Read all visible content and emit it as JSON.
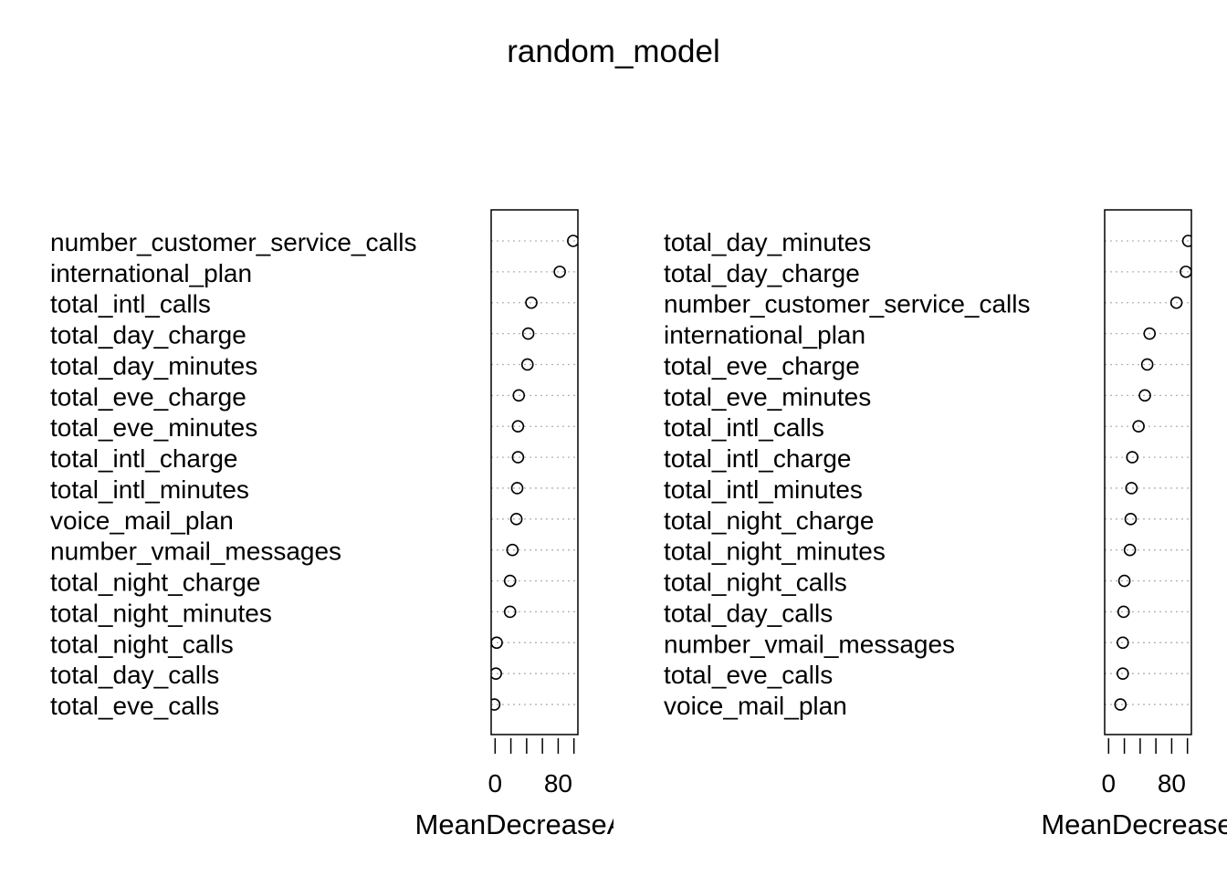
{
  "page": {
    "title": "random_model"
  },
  "chart_data": [
    {
      "type": "scatter",
      "subtype": "dotchart",
      "xlabel": "MeanDecreaseAccuracy",
      "xlabel_visible": "MeanDecreaseAcc",
      "xlim": [
        -5,
        105
      ],
      "ticks": [
        0,
        20,
        40,
        60,
        80,
        100
      ],
      "tick_labels": [
        "0",
        "80"
      ],
      "labeled_ticks": [
        0,
        80
      ],
      "categories": [
        "number_customer_service_calls",
        "international_plan",
        "total_intl_calls",
        "total_day_charge",
        "total_day_minutes",
        "total_eve_charge",
        "total_eve_minutes",
        "total_intl_charge",
        "total_intl_minutes",
        "voice_mail_plan",
        "number_vmail_messages",
        "total_night_charge",
        "total_night_minutes",
        "total_night_calls",
        "total_day_calls",
        "total_eve_calls"
      ],
      "values": [
        99,
        82,
        46,
        42,
        41,
        30,
        29,
        29,
        28,
        27,
        22,
        19,
        19,
        2,
        1,
        -1
      ],
      "grid": true
    },
    {
      "type": "scatter",
      "subtype": "dotchart",
      "xlabel": "MeanDecreaseGini",
      "xlabel_visible": "MeanDecreaseG",
      "xlim": [
        -5,
        105
      ],
      "ticks": [
        0,
        20,
        40,
        60,
        80,
        100
      ],
      "tick_labels": [
        "0",
        "80"
      ],
      "labeled_ticks": [
        0,
        80
      ],
      "categories": [
        "total_day_minutes",
        "total_day_charge",
        "number_customer_service_calls",
        "international_plan",
        "total_eve_charge",
        "total_eve_minutes",
        "total_intl_calls",
        "total_intl_charge",
        "total_intl_minutes",
        "total_night_charge",
        "total_night_minutes",
        "total_night_calls",
        "total_day_calls",
        "number_vmail_messages",
        "total_eve_calls",
        "voice_mail_plan"
      ],
      "values": [
        101,
        98,
        86,
        52,
        49,
        46,
        38,
        30,
        29,
        28,
        27,
        20,
        19,
        18,
        18,
        15
      ],
      "grid": true
    }
  ]
}
